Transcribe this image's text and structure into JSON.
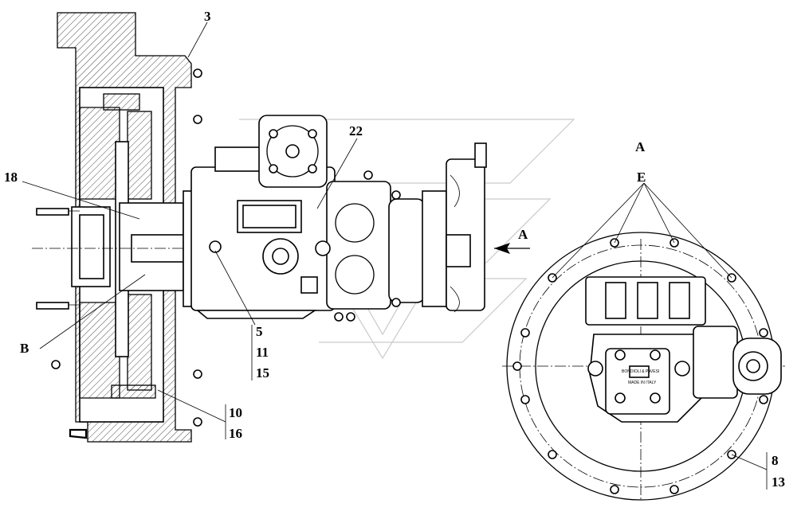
{
  "drawing": {
    "callouts": {
      "c3": "3",
      "c22": "22",
      "c18": "18",
      "cB": "B",
      "c5": "5",
      "c11": "11",
      "c15": "15",
      "c10": "10",
      "c16": "16",
      "cA_arrow": "A",
      "cA_view": "A",
      "cE": "E",
      "c8": "8",
      "c13": "13"
    },
    "nameplate": {
      "brand": "BONDIOLI & PAVESI",
      "origin": "MADE IN ITALY"
    }
  }
}
